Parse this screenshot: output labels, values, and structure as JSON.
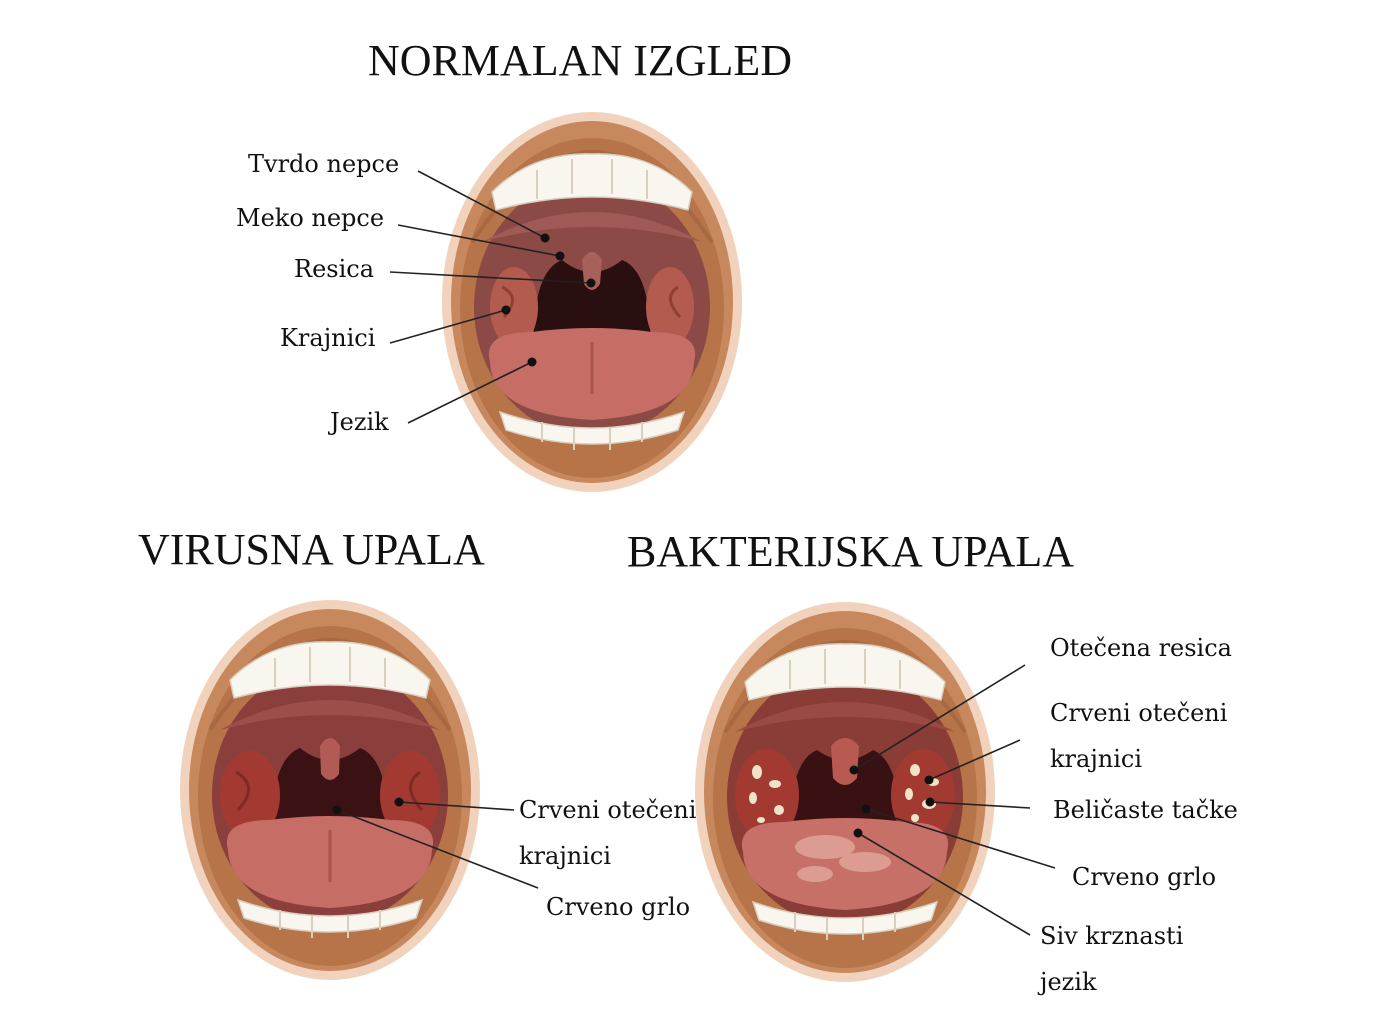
{
  "titles": {
    "normal": "NORMALAN IZGLED",
    "viral": "VIRUSNA UPALA",
    "bacterial": "BAKTERIJSKA UPALA"
  },
  "normal_labels": {
    "hard_palate": "Tvrdo nepce",
    "soft_palate": "Meko nepce",
    "uvula": "Resica",
    "tonsils": "Krajnici",
    "tongue": "Jezik"
  },
  "viral_labels": {
    "red_tonsils_line1": "Crveni otečeni",
    "red_tonsils_line2": "krajnici",
    "red_throat": "Crveno grlo"
  },
  "bacterial_labels": {
    "swollen_uvula": "Otečena resica",
    "red_tonsils_line1": "Crveni otečeni",
    "red_tonsils_line2": "krajnici",
    "white_spots": "Beličaste tačke",
    "red_throat": "Crveno grlo",
    "gray_tongue_line1": "Siv krznasti",
    "gray_tongue_line2": "jezik"
  },
  "colors": {
    "skin_outer": "#f1d3bd",
    "lip": "#c8885e",
    "lip_dark": "#9c6040",
    "mouth_cavity": "#8c4a46",
    "throat": "#2a0f10",
    "tongue": "#c66d66",
    "teeth": "#f8f6ef",
    "tonsil_normal": "#b45b4f",
    "tonsil_inflamed": "#a33a31",
    "white_spot": "#efe4c7"
  }
}
